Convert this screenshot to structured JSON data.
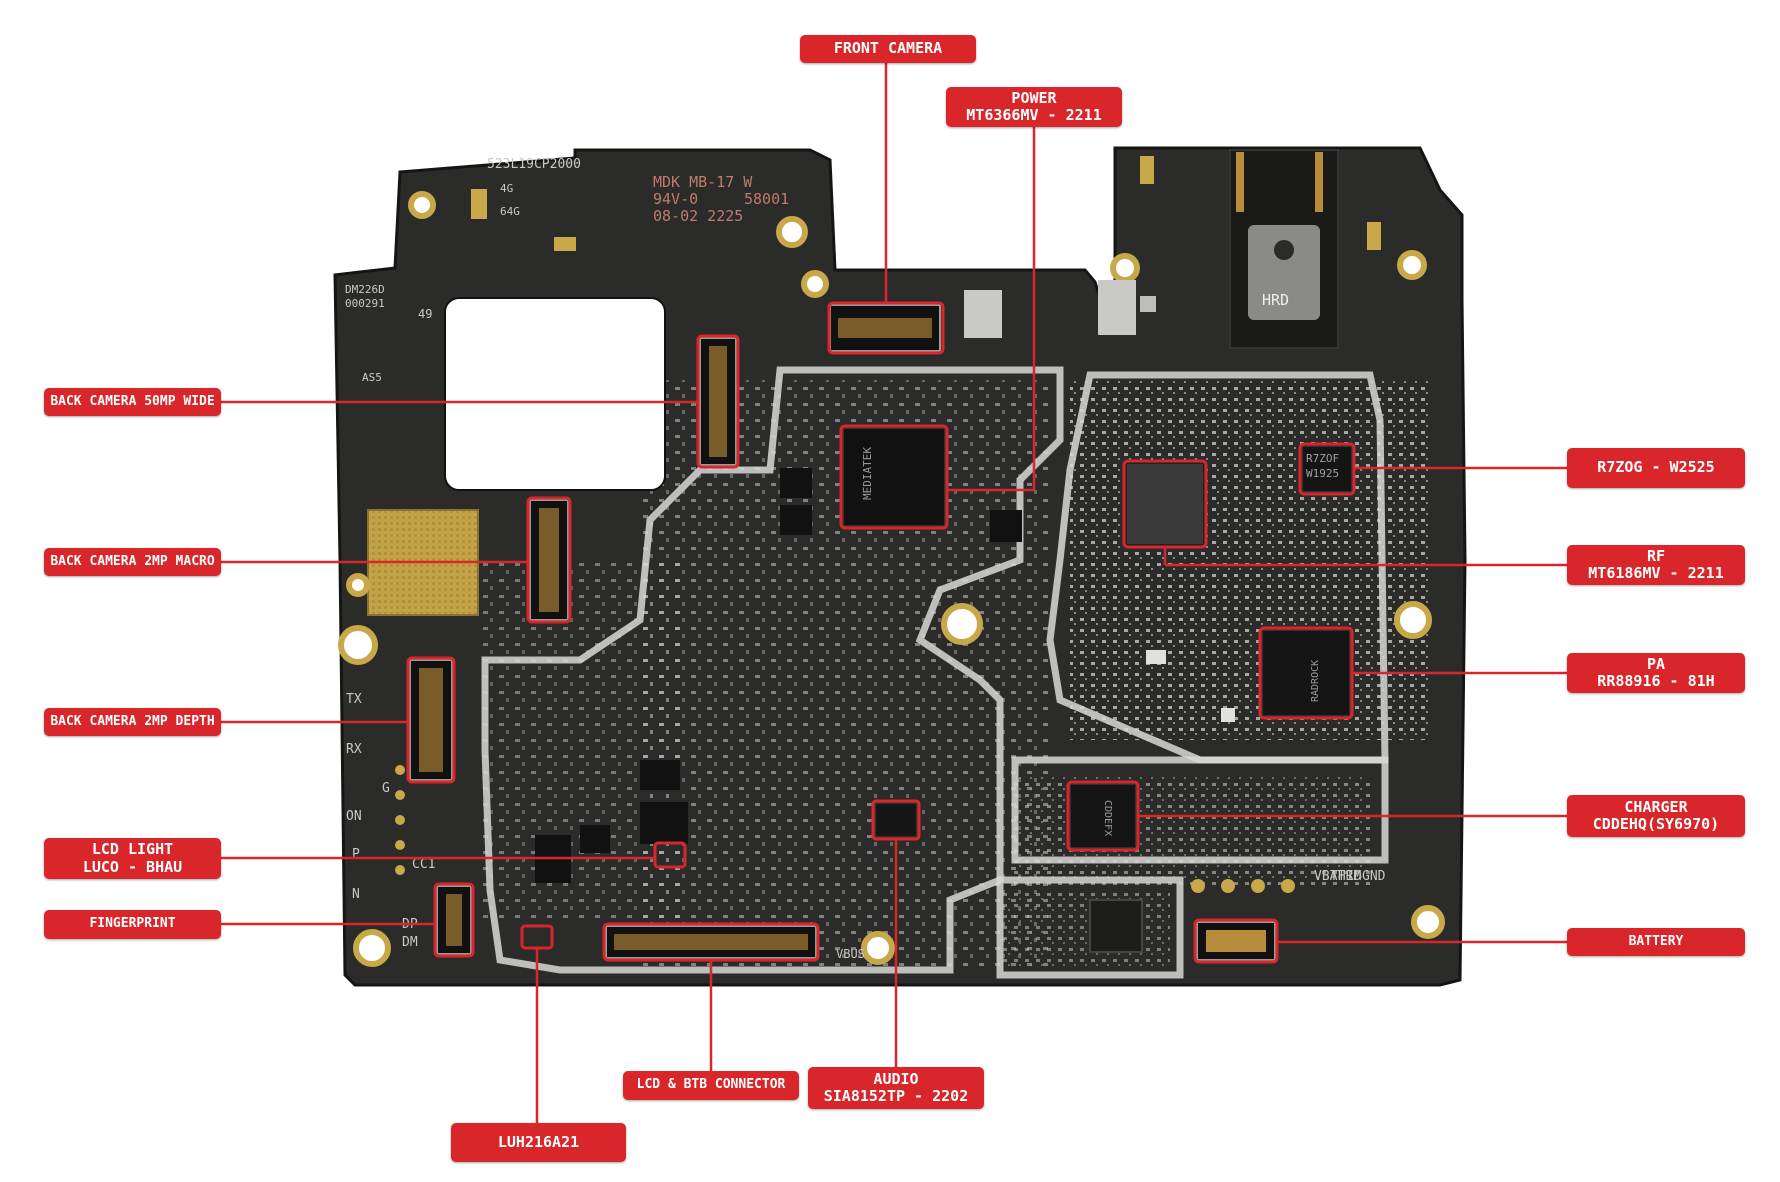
{
  "colors": {
    "board": "#2a2a28",
    "board_dark": "#1c1c1b",
    "trace": "#d8d8d6",
    "gold": "#c9a84a",
    "accent": "#d9262b",
    "label_text": "#ffffff"
  },
  "board_markings": {
    "part_no": "523L19CP2000",
    "vendor_line1": "MDK MB-17 W",
    "vendor_line2": "94V-0",
    "vendor_code": "58001",
    "date_code": "08-02 2225",
    "mem_4g": "4G",
    "mem_64g": "64G",
    "dm_code1": "DM226D",
    "dm_code2": "000291",
    "num_49": "49",
    "as5": "AS5",
    "tx": "TX",
    "rx": "RX",
    "g": "G",
    "on": "ON",
    "p": "P",
    "n": "N",
    "cc1": "CC1",
    "dp": "DP",
    "dm": "DM",
    "vbus": "VBUS",
    "gnd": "GND",
    "id": "ID",
    "thrm": "THRM",
    "vbat": "VBAT",
    "hrd": "HRD",
    "pmic_chip_text": "MEDIATEK",
    "pa_chip_text": "RADROCK",
    "r7_chip_text": "R7ZOF",
    "r7_chip_text2": "W1925",
    "charger_chip_text": "CDDEFX"
  },
  "callouts": {
    "front_camera": [
      "FRONT CAMERA"
    ],
    "power": [
      "POWER",
      "MT6366MV - 2211"
    ],
    "back_camera_50mp": [
      "BACK CAMERA 50MP WIDE"
    ],
    "back_camera_macro": [
      "BACK CAMERA 2MP MACRO"
    ],
    "back_camera_depth": [
      "BACK CAMERA 2MP DEPTH"
    ],
    "lcd_light": [
      "LCD LIGHT",
      "LUCO - BHAU"
    ],
    "fingerprint": [
      "FINGERPRINT"
    ],
    "r7zog": [
      "R7ZOG - W2525"
    ],
    "rf": [
      "RF",
      "MT6186MV - 2211"
    ],
    "pa": [
      "PA",
      "RR88916 - 81H"
    ],
    "charger": [
      "CHARGER",
      "CDDEHQ(SY6970)"
    ],
    "battery": [
      "BATTERY"
    ],
    "lcd_btb": [
      "LCD & BTB CONNECTOR"
    ],
    "audio": [
      "AUDIO",
      "SIA8152TP - 2202"
    ],
    "luh": [
      "LUH216A21"
    ]
  }
}
